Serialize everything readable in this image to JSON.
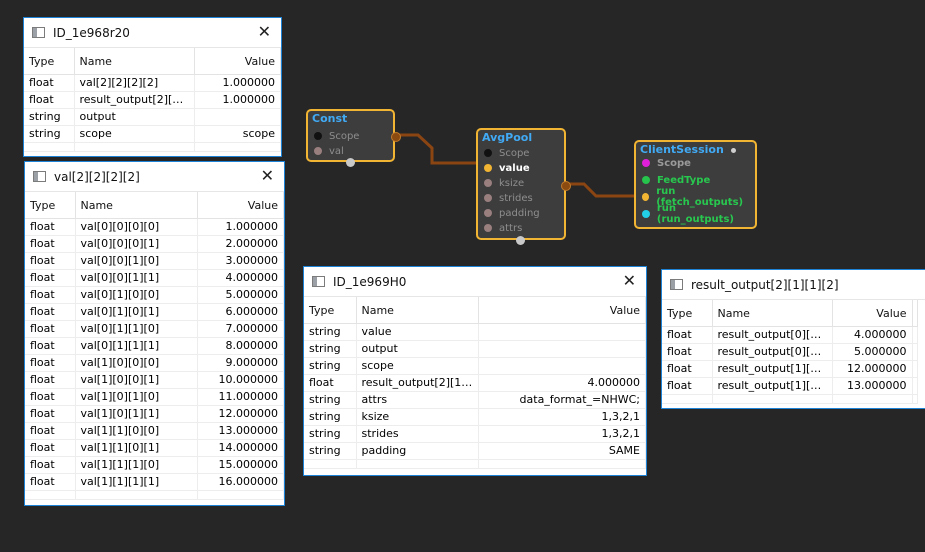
{
  "colors": {
    "background": "#262626",
    "node_border": "#f2b533",
    "node_title": "#41aaf5",
    "edge": "#8b4513",
    "window_border": "#1c83d6"
  },
  "nodes": {
    "const": {
      "title": "Const",
      "ports": [
        "Scope",
        "val"
      ]
    },
    "avgpool": {
      "title": "AvgPool",
      "ports": [
        "Scope",
        "value",
        "ksize",
        "strides",
        "padding",
        "attrs"
      ]
    },
    "session": {
      "title": "ClientSession",
      "ports": [
        "Scope",
        "FeedType",
        "run (fetch_outputs)",
        "run (run_outputs)"
      ]
    }
  },
  "windows": {
    "w1": {
      "title": "ID_1e968r20",
      "headers": [
        "Type",
        "Name",
        "Value"
      ],
      "rows": [
        [
          "float",
          "val[2][2][2][2]",
          "1.000000"
        ],
        [
          "float",
          "result_output[2][2]...",
          "1.000000"
        ],
        [
          "string",
          "output",
          ""
        ],
        [
          "string",
          "scope",
          "scope"
        ]
      ]
    },
    "w2": {
      "title": "val[2][2][2][2]",
      "headers": [
        "Type",
        "Name",
        "Value"
      ],
      "rows": [
        [
          "float",
          "val[0][0][0][0]",
          "1.000000"
        ],
        [
          "float",
          "val[0][0][0][1]",
          "2.000000"
        ],
        [
          "float",
          "val[0][0][1][0]",
          "3.000000"
        ],
        [
          "float",
          "val[0][0][1][1]",
          "4.000000"
        ],
        [
          "float",
          "val[0][1][0][0]",
          "5.000000"
        ],
        [
          "float",
          "val[0][1][0][1]",
          "6.000000"
        ],
        [
          "float",
          "val[0][1][1][0]",
          "7.000000"
        ],
        [
          "float",
          "val[0][1][1][1]",
          "8.000000"
        ],
        [
          "float",
          "val[1][0][0][0]",
          "9.000000"
        ],
        [
          "float",
          "val[1][0][0][1]",
          "10.000000"
        ],
        [
          "float",
          "val[1][0][1][0]",
          "11.000000"
        ],
        [
          "float",
          "val[1][0][1][1]",
          "12.000000"
        ],
        [
          "float",
          "val[1][1][0][0]",
          "13.000000"
        ],
        [
          "float",
          "val[1][1][0][1]",
          "14.000000"
        ],
        [
          "float",
          "val[1][1][1][0]",
          "15.000000"
        ],
        [
          "float",
          "val[1][1][1][1]",
          "16.000000"
        ]
      ]
    },
    "w3": {
      "title": "ID_1e969H0",
      "headers": [
        "Type",
        "Name",
        "Value"
      ],
      "rows": [
        [
          "string",
          "value",
          ""
        ],
        [
          "string",
          "output",
          ""
        ],
        [
          "string",
          "scope",
          ""
        ],
        [
          "float",
          "result_output[2][1]...",
          "4.000000"
        ],
        [
          "string",
          "attrs",
          "data_format_=NHWC;"
        ],
        [
          "string",
          "ksize",
          "1,3,2,1"
        ],
        [
          "string",
          "strides",
          "1,3,2,1"
        ],
        [
          "string",
          "padding",
          "SAME"
        ]
      ]
    },
    "w4": {
      "title": "result_output[2][1][1][2]",
      "headers": [
        "Type",
        "Name",
        "Value"
      ],
      "rows": [
        [
          "float",
          "result_output[0][0]...",
          "4.000000"
        ],
        [
          "float",
          "result_output[0][0]...",
          "5.000000"
        ],
        [
          "float",
          "result_output[1][0]...",
          "12.000000"
        ],
        [
          "float",
          "result_output[1][0]...",
          "13.000000"
        ]
      ]
    }
  }
}
